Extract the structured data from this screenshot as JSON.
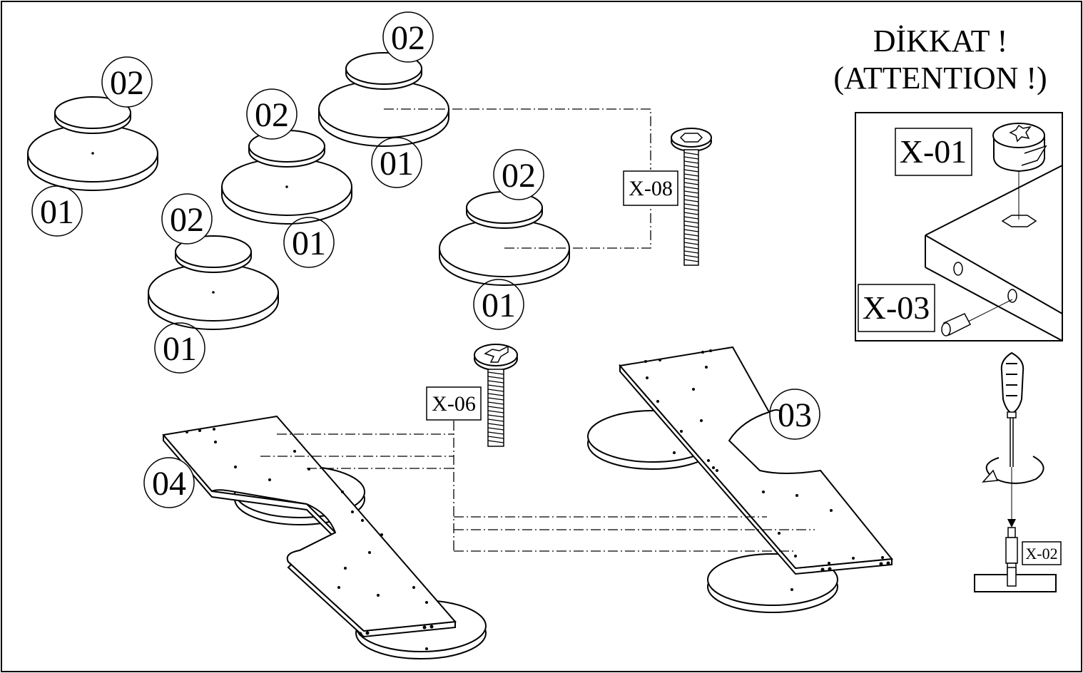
{
  "attention": {
    "line1": "DİKKAT !",
    "line2": "(ATTENTION !)"
  },
  "parts": {
    "p01": "01",
    "p02": "02",
    "p03": "03",
    "p04": "04"
  },
  "hardware": {
    "x01": "X-01",
    "x02": "X-02",
    "x03": "X-03",
    "x06": "X-06",
    "x08": "X-08"
  },
  "colors": {
    "line": "#000000",
    "background": "#ffffff"
  },
  "icons": [
    "screwdriver-icon",
    "rotation-arrow-icon",
    "cam-lock-icon",
    "dowel-icon",
    "bolt-icon",
    "screw-icon"
  ]
}
